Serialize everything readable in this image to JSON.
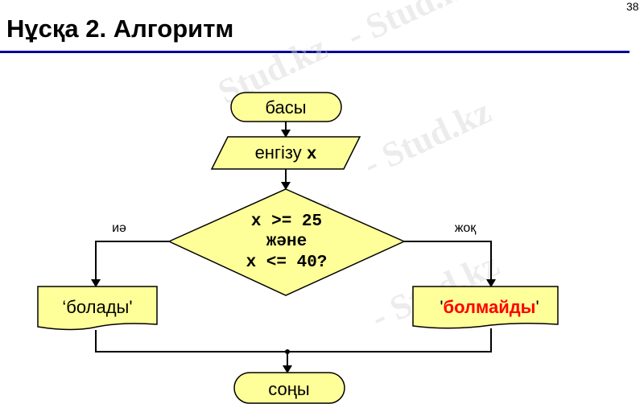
{
  "slide": {
    "title": "Нұсқа 2. Алгоритм",
    "page_number": "38",
    "rule_color": "#000099",
    "watermark": "Stud.kz"
  },
  "flowchart": {
    "fill_color": "#ffff99",
    "start": "басы",
    "input": {
      "prefix": "енгізу ",
      "var": "x"
    },
    "decision": {
      "line1": "x >= 25",
      "line2": "және",
      "line3": "x <= 40?"
    },
    "yes_label": "иә",
    "no_label": "жоқ",
    "yes_output": "‘болады'",
    "no_output": {
      "quote_open": "'",
      "text": "болмайды",
      "quote_close": "'",
      "text_color": "#ff0000"
    },
    "end": "соңы"
  }
}
